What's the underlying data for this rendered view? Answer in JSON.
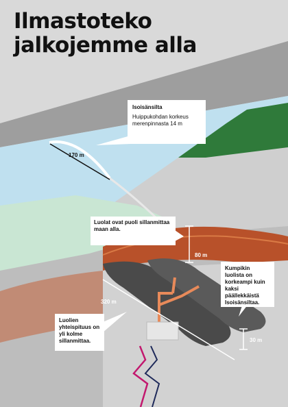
{
  "title": {
    "line1": "Ilmastoteko",
    "line2": "jalkojemme alla"
  },
  "bridge_callout": {
    "heading": "Isoisänsilta",
    "body": "Huippukohdan korkeus merenpinnasta 14 m"
  },
  "dimensions": {
    "bridge_length": "170 m",
    "cave_depth": "80 m",
    "cave_length": "320 m",
    "cave_height": "30 m"
  },
  "callouts": {
    "depth": "Luolat ovat puoli sillanmittaa maan alla.",
    "height": "Kumpikin luolista on korkeampi kuin kaksi päällekkäistä Isoisänsiltaa.",
    "length": "Luolien yhteispituus on yli kolme sillanmittaa."
  },
  "colors": {
    "sky": "#bfe0ef",
    "grass": "#c9e6d3",
    "forest_dark": "#2f7a3a",
    "tree": "#57b948",
    "rock": "#4a4a4a",
    "soil": "#b8512a",
    "pipe": "#e88a5a",
    "road": "#a9a9a9",
    "ground": "#cfcfcf",
    "magenta_line": "#c2186e"
  }
}
